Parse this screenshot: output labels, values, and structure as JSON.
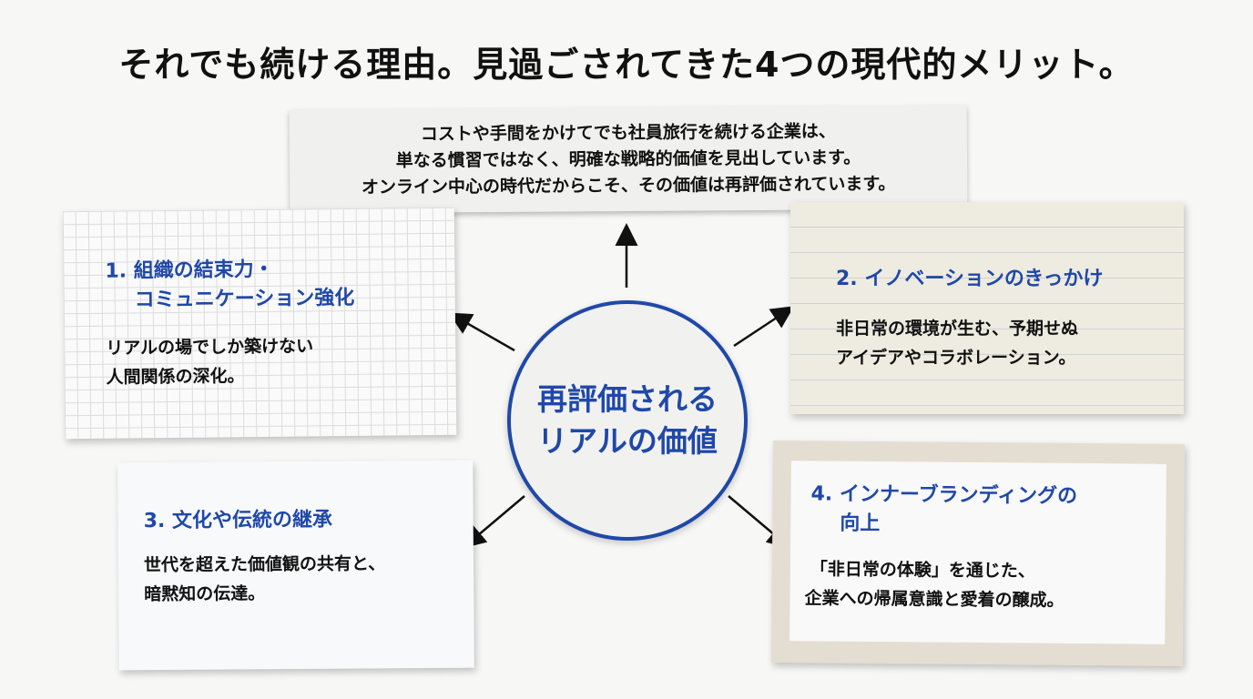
{
  "title": "それでも続ける理由。見過ごされてきた4つの現代的メリット。",
  "intro": {
    "lines": [
      "コストや手間をかけてでも社員旅行を続ける企業は、",
      "単なる慣習ではなく、明確な戦略的価値を見出しています。",
      "オンライン中心の時代だからこそ、その価値は再評価されています。"
    ]
  },
  "center": {
    "line1": "再評価される",
    "line2": "リアルの価値"
  },
  "cards": [
    {
      "heading1": "1. 組織の結束力・",
      "heading2": "コミュニケーション強化",
      "body1": "リアルの場でしか築けない",
      "body2": "人間関係の深化。"
    },
    {
      "heading1": "2. イノベーションのきっかけ",
      "body1": "非日常の環境が生む、予期せぬ",
      "body2": "アイデアやコラボレーション。"
    },
    {
      "heading1": "3. 文化や伝統の継承",
      "body1": "世代を超えた価値観の共有と、",
      "body2": "暗黙知の伝達。"
    },
    {
      "heading1": "4. インナーブランディングの",
      "heading2": "向上",
      "body1": "「非日常の体験」を通じた、",
      "body2": "企業への帰属意識と愛着の醸成。"
    }
  ],
  "colors": {
    "accent": "#1f48a8"
  }
}
